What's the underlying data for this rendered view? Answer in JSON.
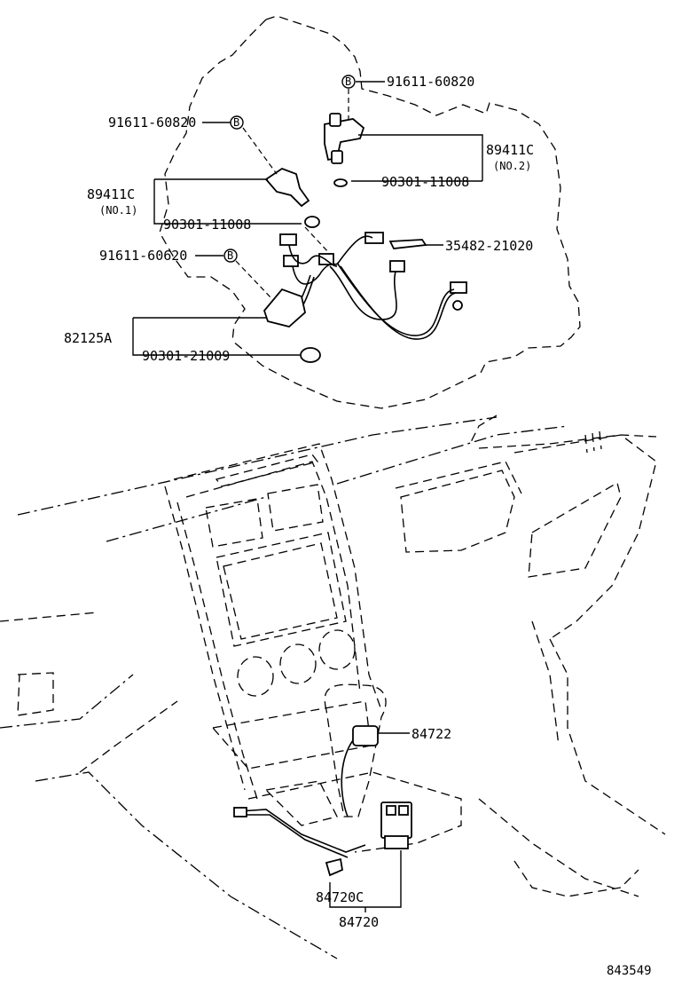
{
  "diagram": {
    "labels": {
      "p91611_60820_top": "91611-60820",
      "p91611_60820_left": "91611-60820",
      "p89411c_no2": "89411C",
      "p89411c_no2_sub": "(NO.2)",
      "p90301_11008_right": "90301-11008",
      "p89411c_no1": "89411C",
      "p89411c_no1_sub": "(NO.1)",
      "p90301_11008_left": "90301-11008",
      "p35482_21020": "35482-21020",
      "p91611_60620": "91611-60620",
      "p82125a": "82125A",
      "p90301_21009": "90301-21009",
      "p84722": "84722",
      "p84720c": "84720C",
      "p84720": "84720",
      "bolt_b": "B",
      "drawing_number": "843549"
    }
  }
}
